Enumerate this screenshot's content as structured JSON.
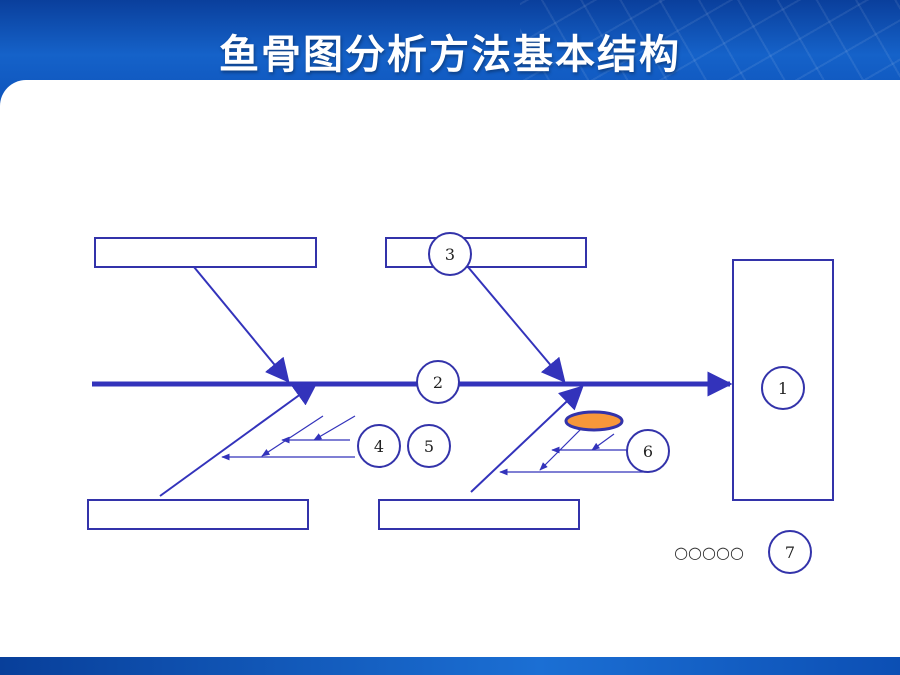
{
  "slide": {
    "title": "鱼骨图分析方法基本结构"
  },
  "diagram": {
    "labels": {
      "head": "1",
      "spine": "2",
      "bone": "3",
      "sub_cause_a": "4",
      "sub_cause_b": "5",
      "sub_cause_c": "6",
      "note": "7"
    },
    "placeholder_text": "○○○○○",
    "colors": {
      "line": "#3333bb",
      "box": "#3333aa",
      "accent": "#f7973a"
    }
  }
}
